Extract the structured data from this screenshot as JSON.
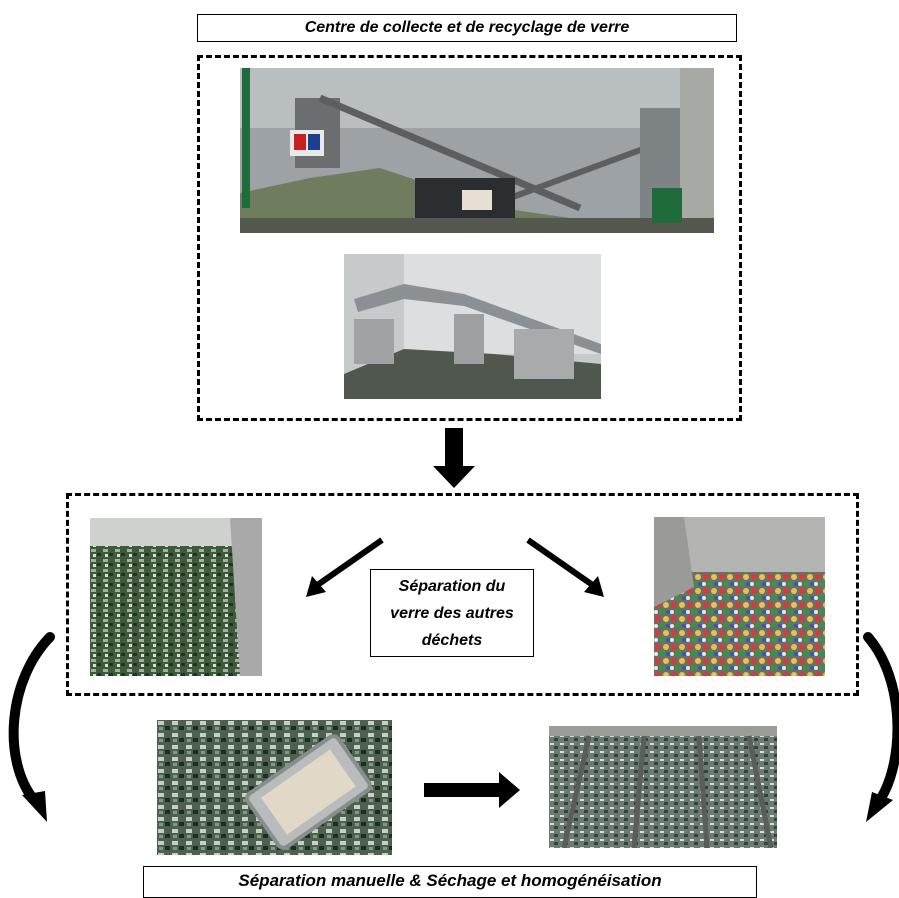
{
  "diagram": {
    "title": "Centre de collecte et de recyclage de verre",
    "center_label": "Séparation du\nverre des autres\ndéchets",
    "bottom_label": "Séparation manuelle & Séchage et homogénéisation"
  },
  "photos": [
    {
      "name": "glass-plant-photo",
      "content": "recycling plant with conveyor towers"
    },
    {
      "name": "conveyor-photo",
      "content": "conveyor over glass pile"
    },
    {
      "name": "glass-cullet-bin-photo",
      "content": "bin of green glass cullet"
    },
    {
      "name": "bottle-caps-bin-photo",
      "content": "bin of colorful bottle caps"
    },
    {
      "name": "manual-sorting-photo",
      "content": "steel tray sorting glass"
    },
    {
      "name": "drying-rows-photo",
      "content": "glass drying in rows"
    }
  ],
  "colors": {
    "line": "#000000",
    "background": "#ffffff"
  }
}
